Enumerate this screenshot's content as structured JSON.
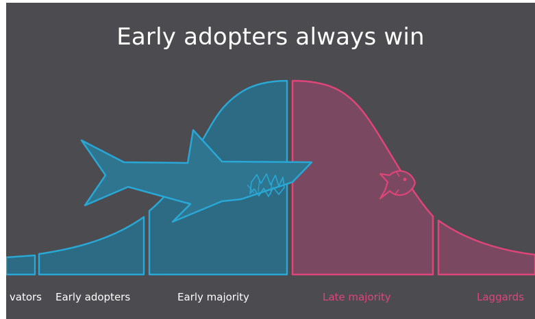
{
  "title": "Early adopters always win",
  "segments": [
    {
      "label": "vators",
      "group": "early"
    },
    {
      "label": "Early adopters",
      "group": "early"
    },
    {
      "label": "Early majority",
      "group": "early"
    },
    {
      "label": "Late  majority",
      "group": "late"
    },
    {
      "label": "Laggards",
      "group": "late"
    }
  ],
  "colors": {
    "background": "#4b4b50",
    "early_stroke": "#29a8d6",
    "early_fill": "#2d6b85",
    "late_stroke": "#e0457a",
    "late_fill": "#7a4860",
    "title": "#ffffff",
    "early_label": "#ffffff",
    "late_label": "#e0457a"
  },
  "icons": [
    "shark-icon",
    "fish-icon"
  ]
}
